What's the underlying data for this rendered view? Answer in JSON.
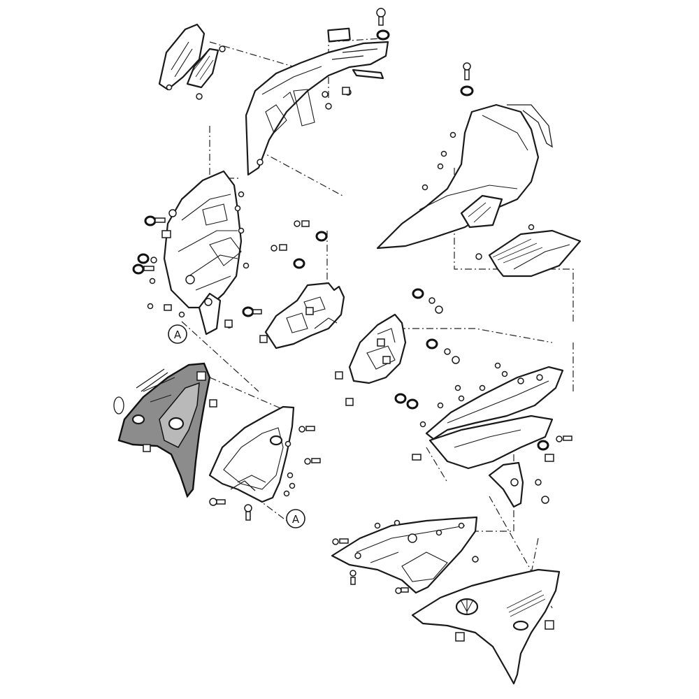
{
  "diagram": {
    "reference_markers": [
      {
        "id": "ref-a-left",
        "label": "A"
      },
      {
        "id": "ref-a-bottom",
        "label": "A"
      }
    ],
    "colors": {
      "line": "#1a1a1a",
      "highlighted_part": "#8c8c8c",
      "background": "#ffffff"
    }
  }
}
